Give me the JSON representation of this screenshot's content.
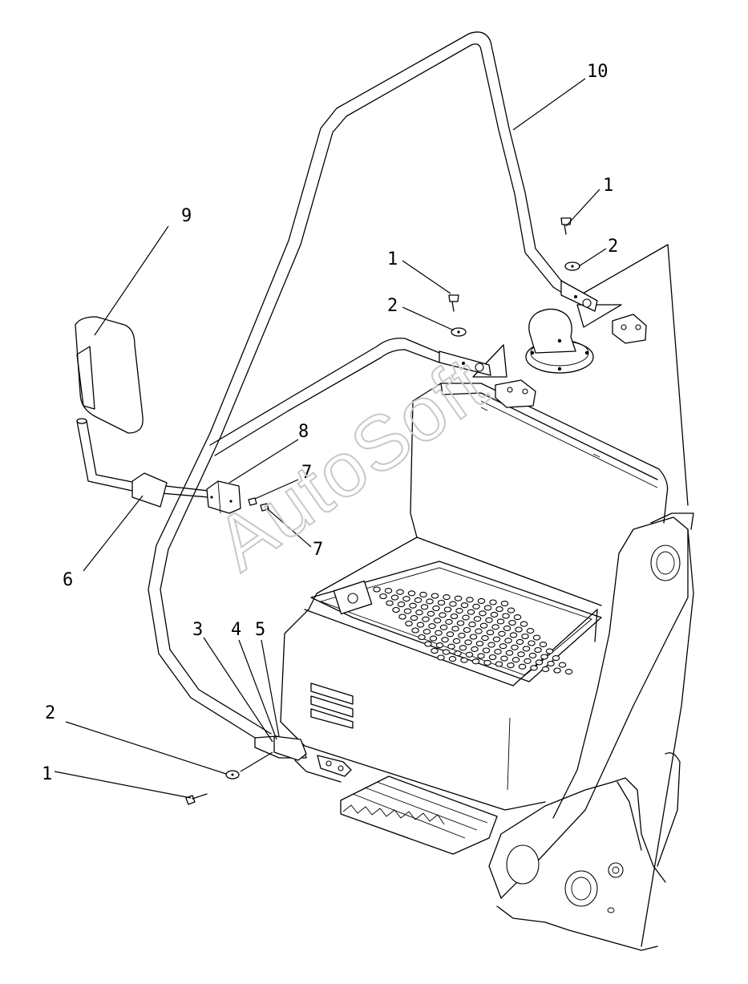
{
  "watermark": "AutoSoft",
  "callouts": [
    "1",
    "2",
    "1",
    "2",
    "1",
    "2",
    "3",
    "4",
    "5",
    "6",
    "7",
    "7",
    "8",
    "9",
    "10"
  ]
}
